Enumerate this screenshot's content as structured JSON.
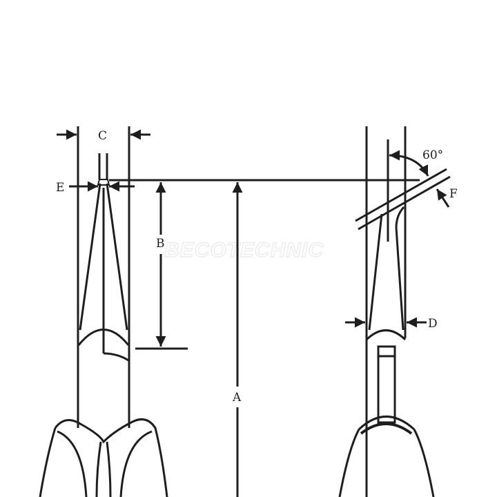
{
  "diagram": {
    "type": "technical-dimension-drawing",
    "subject": "pliers front and side view",
    "stroke_color": "#1e1e1e",
    "background": "#ffffff",
    "watermark": "BECOTECHNIC",
    "labels": {
      "A": "A",
      "B": "B",
      "C": "C",
      "D": "D",
      "E": "E",
      "F": "F",
      "angle": "60°"
    }
  }
}
